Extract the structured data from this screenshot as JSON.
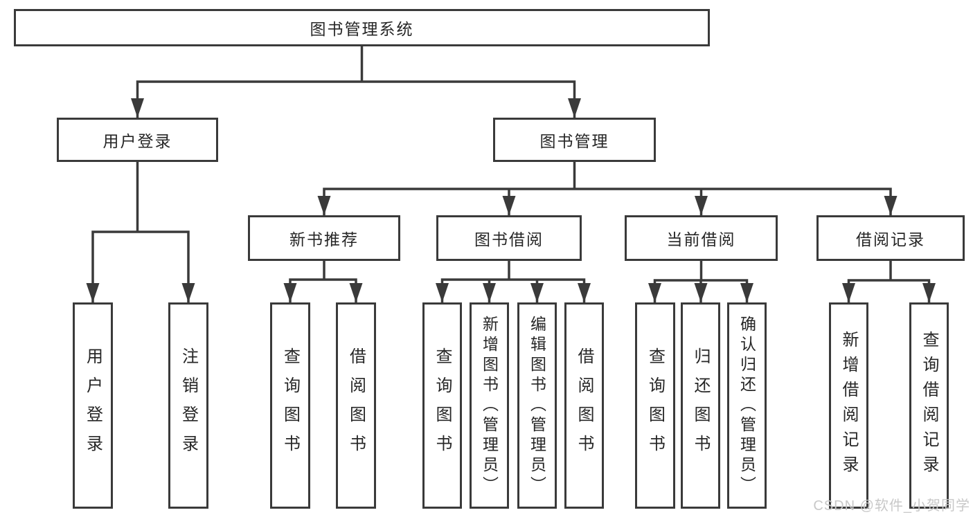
{
  "nodes": {
    "root": "图书管理系统",
    "user_login": "用户登录",
    "book_management": "图书管理",
    "new_book_recommend": "新书推荐",
    "book_borrowing": "图书借阅",
    "current_borrowing": "当前借阅",
    "borrowing_records": "借阅记录",
    "leaf_user_login": "用户登录",
    "leaf_logout": "注销登录",
    "leaf_query_books_1": "查询图书",
    "leaf_borrow_books_1": "借阅图书",
    "leaf_query_books_2": "查询图书",
    "leaf_add_books_admin": "新增图书（管理员）",
    "leaf_edit_books_admin": "编辑图书（管理员）",
    "leaf_borrow_books_2": "借阅图书",
    "leaf_query_books_3": "查询图书",
    "leaf_return_books": "归还图书",
    "leaf_confirm_return_admin": "确认归还（管理员）",
    "leaf_add_borrow_record": "新增借阅记录",
    "leaf_query_borrow_record": "查询借阅记录"
  },
  "hierarchy": {
    "图书管理系统": {
      "用户登录": [
        "用户登录",
        "注销登录"
      ],
      "图书管理": {
        "新书推荐": [
          "查询图书",
          "借阅图书"
        ],
        "图书借阅": [
          "查询图书",
          "新增图书（管理员）",
          "编辑图书（管理员）",
          "借阅图书"
        ],
        "当前借阅": [
          "查询图书",
          "归还图书",
          "确认归还（管理员）"
        ],
        "借阅记录": [
          "新增借阅记录",
          "查询借阅记录"
        ]
      }
    }
  },
  "watermark": {
    "text": "CSDN @软件_小贺同学"
  },
  "colors": {
    "line": "#3a3a3a",
    "text": "#262626",
    "box_background": "#ffffff",
    "watermark": "#c8c8c8",
    "background": "#ffffff"
  }
}
